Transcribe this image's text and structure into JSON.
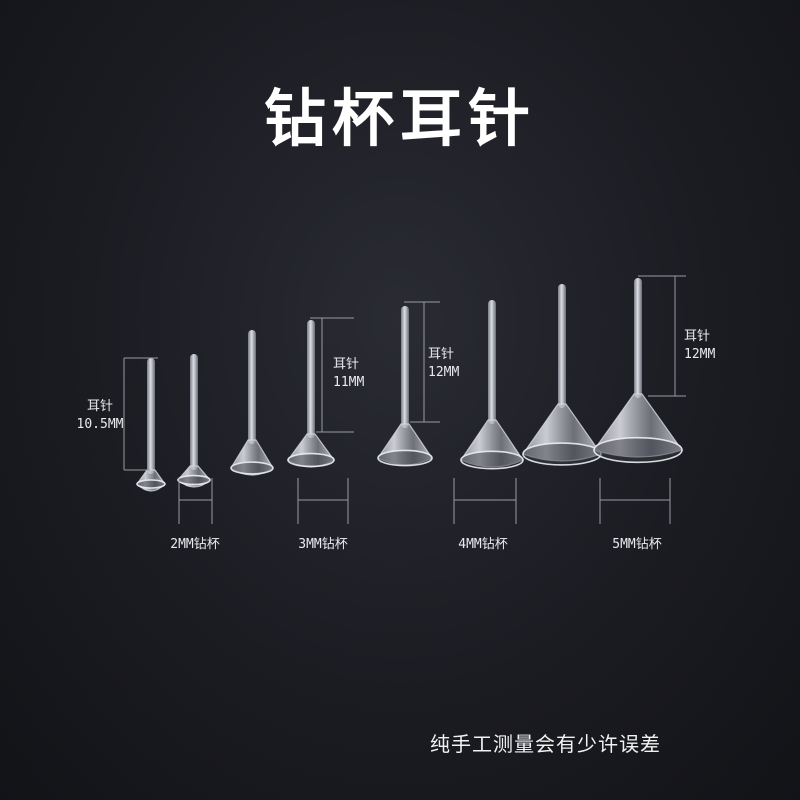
{
  "title": "钻杯耳针",
  "length_labels": [
    {
      "line1": "耳针",
      "line2": "10.5MM"
    },
    {
      "line1": "耳针",
      "line2": "11MM"
    },
    {
      "line1": "耳针",
      "line2": "12MM"
    },
    {
      "line1": "耳针",
      "line2": "12MM"
    }
  ],
  "size_labels": [
    "2MM钻杯",
    "3MM钻杯",
    "4MM钻杯",
    "5MM钻杯"
  ],
  "footer_note": "纯手工测量会有少许误差",
  "colors": {
    "background": "#1b1c22",
    "text": "#ffffff",
    "guide_line": "#9a9aa2"
  }
}
